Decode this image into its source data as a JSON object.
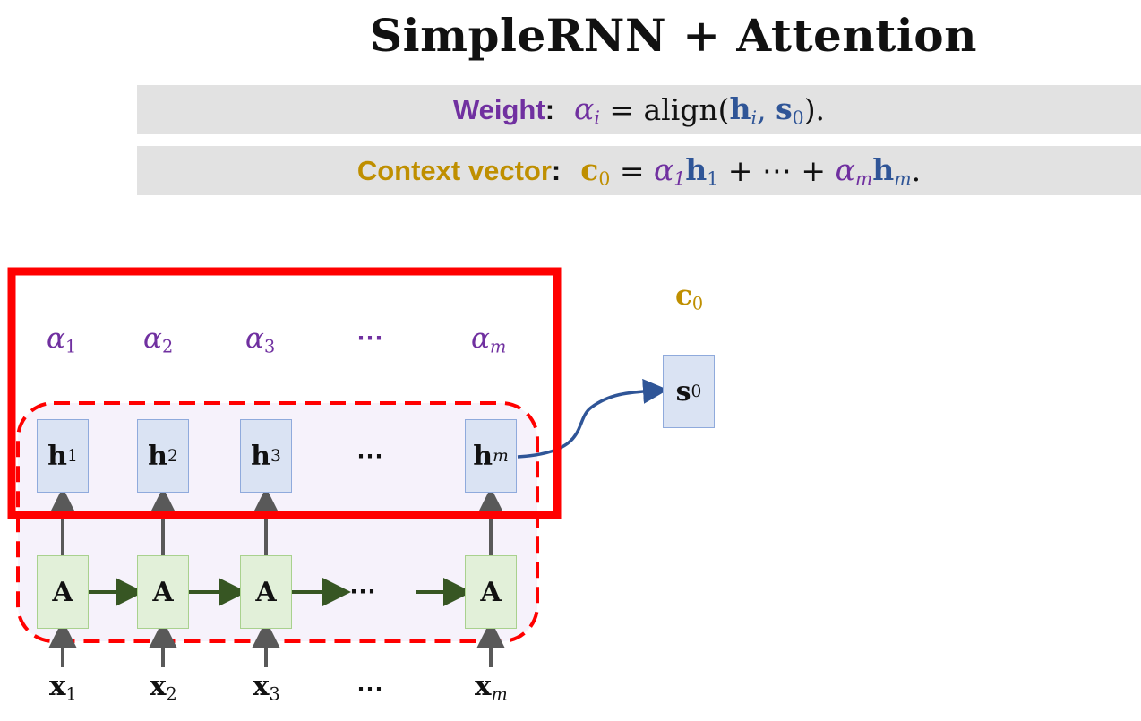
{
  "title": "SimpleRNN + Attention",
  "formulas": {
    "weight_label": "Weight",
    "context_label": "Context vector",
    "colon": ":",
    "alpha": "α",
    "i": "i",
    "equals": " = ",
    "align": "align(",
    "h": "h",
    "comma": ", ",
    "s": "s",
    "zero": "0",
    "close": ").",
    "c": "c",
    "one": "1",
    "m": "m",
    "plus_dots": " + ⋯ + ",
    "period": "."
  },
  "diagram": {
    "alphas": [
      {
        "sym": "α",
        "sub": "1"
      },
      {
        "sym": "α",
        "sub": "2"
      },
      {
        "sym": "α",
        "sub": "3"
      },
      {
        "sym": "α",
        "sub": "m"
      }
    ],
    "hidden": [
      {
        "sym": "h",
        "sub": "1"
      },
      {
        "sym": "h",
        "sub": "2"
      },
      {
        "sym": "h",
        "sub": "3"
      },
      {
        "sym": "h",
        "sub": "m"
      }
    ],
    "cell_label": "A",
    "inputs": [
      {
        "sym": "x",
        "sub": "1"
      },
      {
        "sym": "x",
        "sub": "2"
      },
      {
        "sym": "x",
        "sub": "3"
      },
      {
        "sym": "x",
        "sub": "m"
      }
    ],
    "ellipsis": "⋯",
    "context": {
      "sym": "c",
      "sub": "0"
    },
    "decoder_state": {
      "sym": "s",
      "sub": "0"
    }
  },
  "colors": {
    "weight": "#7030a0",
    "context": "#bf8f00",
    "vector_blue": "#2f5597",
    "highlight_red": "#ff0000",
    "rnn_arrow_green": "#375623"
  }
}
